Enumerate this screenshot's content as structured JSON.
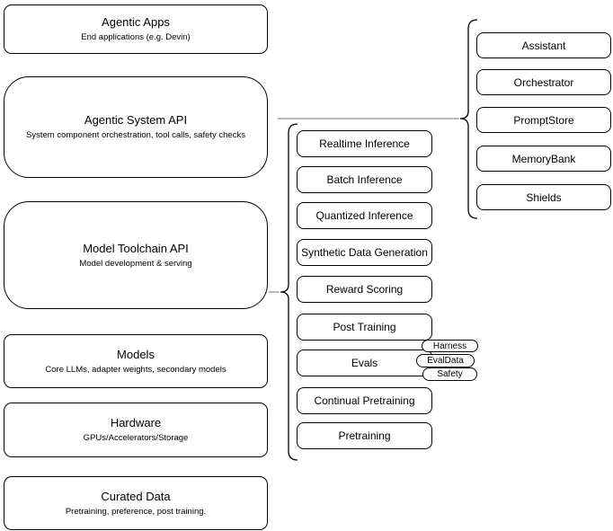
{
  "diagram": {
    "left_stack": [
      {
        "title": "Agentic Apps",
        "subtitle": "End applications (e.g. Devin)"
      },
      {
        "title": "Agentic System API",
        "subtitle": "System component orchestration, tool calls, safety checks"
      },
      {
        "title": "Model Toolchain API",
        "subtitle": "Model development & serving"
      },
      {
        "title": "Models",
        "subtitle": "Core LLMs, adapter weights, secondary models"
      },
      {
        "title": "Hardware",
        "subtitle": "GPUs/Accelerators/Storage"
      },
      {
        "title": "Curated Data",
        "subtitle": "Pretraining, preference, post training."
      }
    ],
    "toolchain_capabilities": [
      "Realtime Inference",
      "Batch Inference",
      "Quantized Inference",
      "Synthetic Data Generation",
      "Reward Scoring",
      "Post Training",
      "Evals",
      "Continual Pretraining",
      "Pretraining"
    ],
    "system_components": [
      "Assistant",
      "Orchestrator",
      "PromptStore",
      "MemoryBank",
      "Shields"
    ],
    "eval_tags": [
      "Harness",
      "EvalData",
      "Safety"
    ],
    "colors": {
      "stroke": "#000000",
      "connector": "#737373",
      "background": "#ffffff"
    }
  }
}
